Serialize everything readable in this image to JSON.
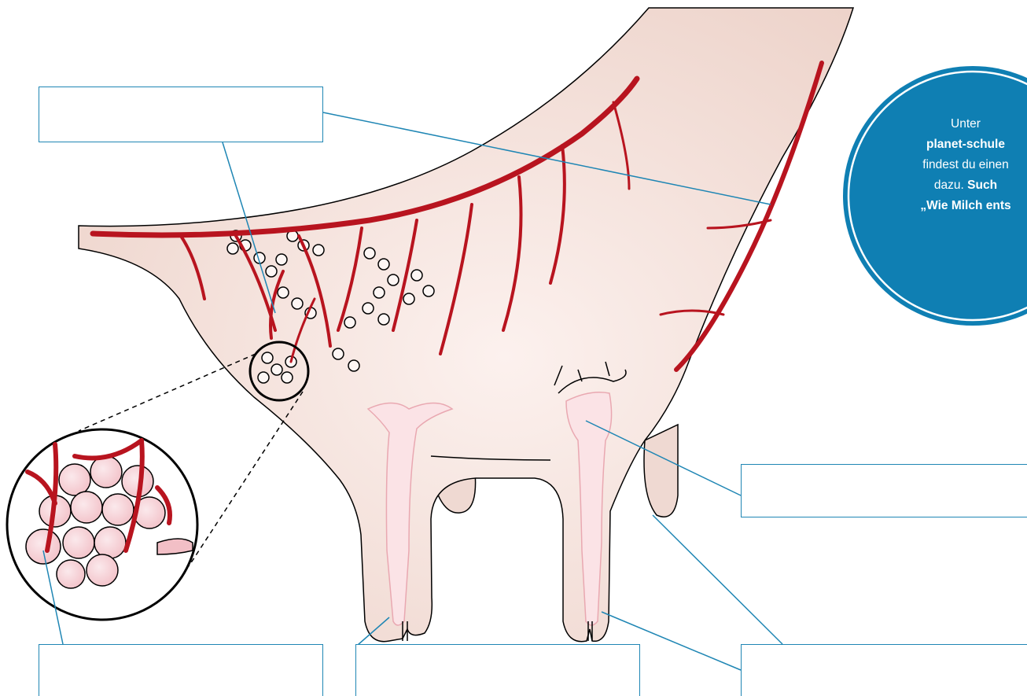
{
  "diagram": {
    "labels": [
      {
        "id": "upper-left",
        "text": ""
      },
      {
        "id": "middle-right",
        "text": ""
      },
      {
        "id": "bottom-left",
        "text": ""
      },
      {
        "id": "bottom-middle",
        "text": ""
      },
      {
        "id": "bottom-right",
        "text": ""
      }
    ]
  },
  "info": {
    "line1": "Unter",
    "line2": "planet-schule",
    "line3": "findest du einen",
    "line4_plain": "dazu. ",
    "line4_bold": "Such",
    "line5": "„Wie Milch ents"
  },
  "colors": {
    "udder": "#f2ddd5",
    "vessel": "#b8141f",
    "leader_line": "#1f86b4",
    "badge": "#0f7fb3",
    "milk_duct": "#fbe3e6"
  }
}
